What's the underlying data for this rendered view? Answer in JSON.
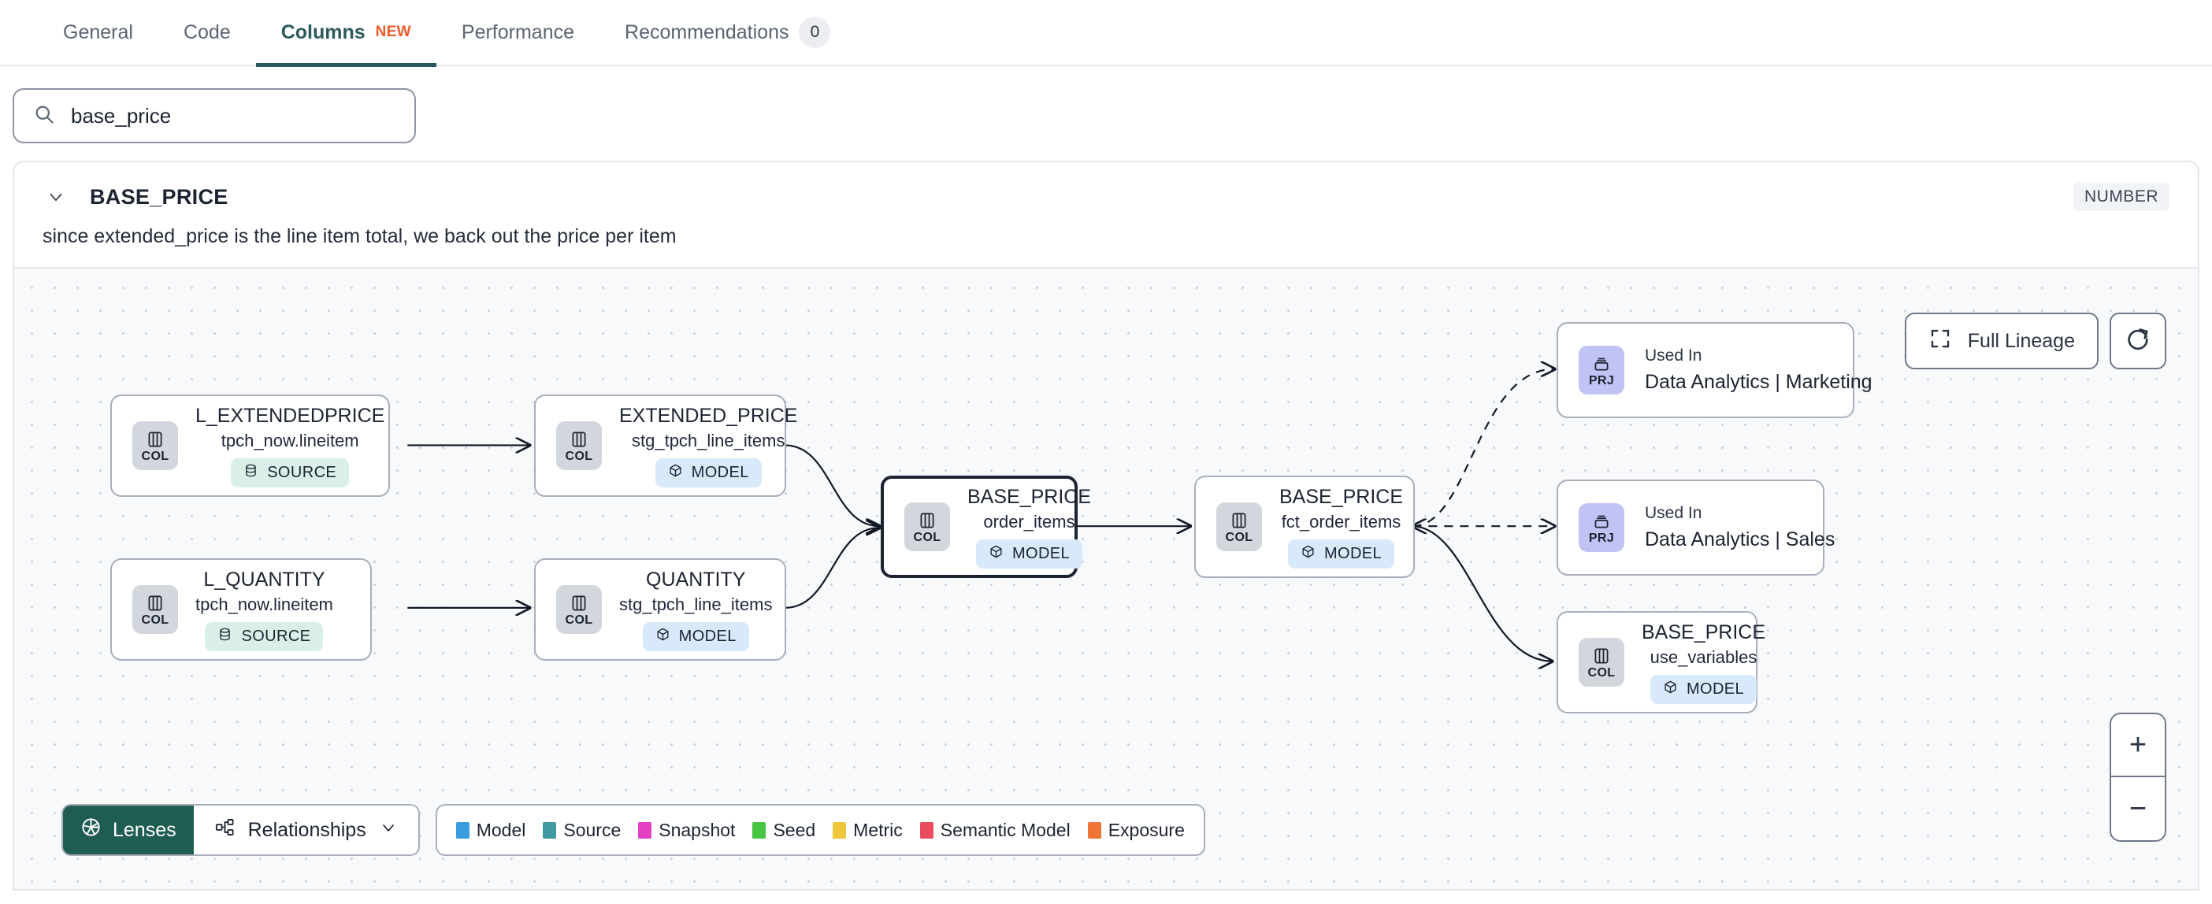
{
  "tabs": [
    {
      "label": "General",
      "active": false,
      "badge": null,
      "new": false
    },
    {
      "label": "Code",
      "active": false,
      "badge": null,
      "new": false
    },
    {
      "label": "Columns",
      "active": true,
      "badge": null,
      "new": true,
      "new_label": "NEW"
    },
    {
      "label": "Performance",
      "active": false,
      "badge": null,
      "new": false
    },
    {
      "label": "Recommendations",
      "active": false,
      "badge": "0",
      "new": false
    }
  ],
  "search": {
    "value": "base_price",
    "placeholder": "Search columns",
    "icon": "search-icon"
  },
  "column": {
    "name": "BASE_PRICE",
    "type": "NUMBER",
    "description": "since extended_price is the line item total, we back out the price per item",
    "expanded": true
  },
  "canvas": {
    "full_lineage_label": "Full Lineage",
    "refresh_icon": "refresh-icon",
    "zoom_in_label": "+",
    "zoom_out_label": "−"
  },
  "nodes": [
    {
      "id": "l_extendedprice",
      "kind": "column",
      "badge": "COL",
      "title": "L_EXTENDEDPRICE",
      "subtitle": "tpch_now.lineitem",
      "pill": "SOURCE",
      "pill_type": "source",
      "selected": false
    },
    {
      "id": "l_quantity",
      "kind": "column",
      "badge": "COL",
      "title": "L_QUANTITY",
      "subtitle": "tpch_now.lineitem",
      "pill": "SOURCE",
      "pill_type": "source",
      "selected": false
    },
    {
      "id": "extended_price",
      "kind": "column",
      "badge": "COL",
      "title": "EXTENDED_PRICE",
      "subtitle": "stg_tpch_line_items",
      "pill": "MODEL",
      "pill_type": "model",
      "selected": false
    },
    {
      "id": "quantity",
      "kind": "column",
      "badge": "COL",
      "title": "QUANTITY",
      "subtitle": "stg_tpch_line_items",
      "pill": "MODEL",
      "pill_type": "model",
      "selected": false
    },
    {
      "id": "base_price_order_items",
      "kind": "column",
      "badge": "COL",
      "title": "BASE_PRICE",
      "subtitle": "order_items",
      "pill": "MODEL",
      "pill_type": "model",
      "selected": true
    },
    {
      "id": "base_price_fct_order_items",
      "kind": "column",
      "badge": "COL",
      "title": "BASE_PRICE",
      "subtitle": "fct_order_items",
      "pill": "MODEL",
      "pill_type": "model",
      "selected": false
    },
    {
      "id": "prj_marketing",
      "kind": "project",
      "badge": "PRJ",
      "top": "Used In",
      "main": "Data Analytics | Marketing",
      "selected": false
    },
    {
      "id": "prj_sales",
      "kind": "project",
      "badge": "PRJ",
      "top": "Used In",
      "main": "Data Analytics | Sales",
      "selected": false
    },
    {
      "id": "base_price_use_variables",
      "kind": "column",
      "badge": "COL",
      "title": "BASE_PRICE",
      "subtitle": "use_variables",
      "pill": "MODEL",
      "pill_type": "model",
      "selected": false
    }
  ],
  "bottom_bar": {
    "lenses_label": "Lenses",
    "lenses_icon": "aperture-icon",
    "relationships_label": "Relationships",
    "relationships_icon": "graph-icon",
    "chevron_icon": "chevron-down-icon"
  },
  "legend": [
    {
      "label": "Model",
      "color": "#3b9bdf"
    },
    {
      "label": "Source",
      "color": "#3e9aa0"
    },
    {
      "label": "Snapshot",
      "color": "#e53fc2"
    },
    {
      "label": "Seed",
      "color": "#48c542"
    },
    {
      "label": "Metric",
      "color": "#efc53a"
    },
    {
      "label": "Semantic Model",
      "color": "#ea4a5e"
    },
    {
      "label": "Exposure",
      "color": "#ef7436"
    }
  ]
}
